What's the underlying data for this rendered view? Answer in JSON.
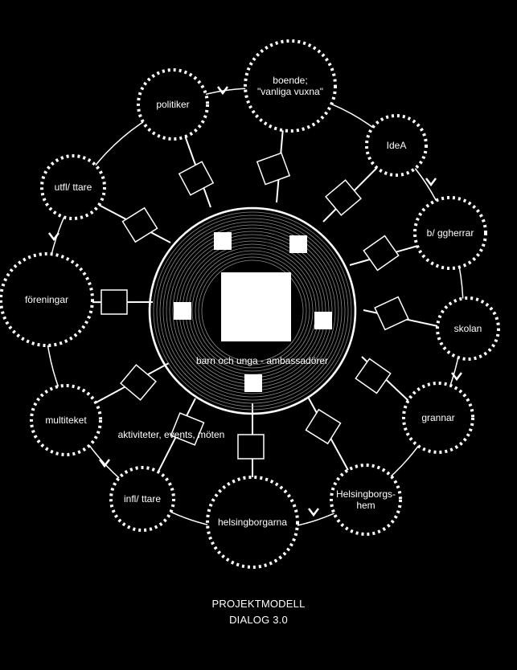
{
  "diagram": {
    "center_label": "barn och unga - ambassadörer",
    "activities_label": "aktiviteter, events, möten",
    "nodes": [
      {
        "id": "boende",
        "lines": [
          "boende;",
          "\"vanliga vuxna\""
        ]
      },
      {
        "id": "politiker",
        "lines": [
          "politiker"
        ]
      },
      {
        "id": "idea",
        "lines": [
          "IdeA"
        ]
      },
      {
        "id": "utflyttare",
        "lines": [
          "utfl/ ttare"
        ]
      },
      {
        "id": "byggherrar",
        "lines": [
          "b/ ggherrar"
        ]
      },
      {
        "id": "foreningar",
        "lines": [
          "föreningar"
        ]
      },
      {
        "id": "skolan",
        "lines": [
          "skolan"
        ]
      },
      {
        "id": "grannar",
        "lines": [
          "grannar"
        ]
      },
      {
        "id": "multiteket",
        "lines": [
          "multiteket"
        ]
      },
      {
        "id": "helsingborgshem",
        "lines": [
          "Helsingborgs-",
          "hem"
        ]
      },
      {
        "id": "inflyttare",
        "lines": [
          "infl/ ttare"
        ]
      },
      {
        "id": "helsingborgarna",
        "lines": [
          "helsingborgarna"
        ]
      }
    ]
  },
  "caption": {
    "line1": "PROJEKTMODELL",
    "line2": "DIALOG 3.0"
  }
}
